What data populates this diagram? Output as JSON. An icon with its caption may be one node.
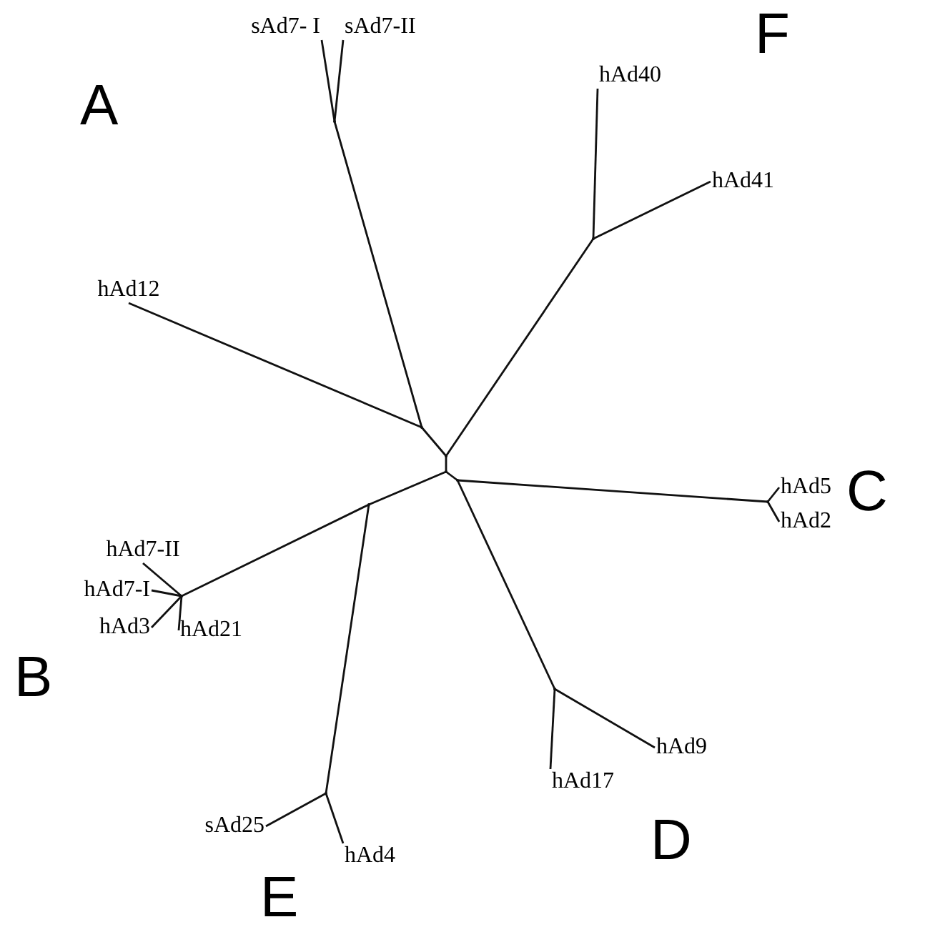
{
  "diagram": {
    "nodes": [
      {
        "text": [
          "sAd7- I"
        ]
      },
      {
        "text": [
          "sAd7-II"
        ]
      },
      {
        "text": [
          "hAd40"
        ]
      },
      {
        "text": [
          "hAd41"
        ]
      },
      {
        "text": [
          "hAd12"
        ]
      },
      {
        "text": [
          "hAd5"
        ]
      },
      {
        "text": [
          "hAd2"
        ]
      },
      {
        "text": [
          "hAd7-II"
        ]
      },
      {
        "text": [
          "hAd7-I"
        ]
      },
      {
        "text": [
          "hAd3"
        ]
      },
      {
        "text": [
          "hAd21"
        ]
      },
      {
        "text": [
          "hAd9"
        ]
      },
      {
        "text": [
          "hAd17"
        ]
      },
      {
        "text": [
          "sAd25"
        ]
      },
      {
        "text": [
          "hAd4"
        ]
      },
      {
        "text": [],
        "shape": "point"
      },
      {
        "text": [],
        "shape": "point"
      },
      {
        "text": [],
        "shape": "point"
      },
      {
        "text": [],
        "shape": "point"
      },
      {
        "text": [],
        "shape": "point"
      },
      {
        "text": [],
        "shape": "point"
      },
      {
        "text": [],
        "shape": "point"
      },
      {
        "text": [],
        "shape": "point"
      },
      {
        "text": [],
        "shape": "point"
      },
      {
        "text": [],
        "shape": "point"
      },
      {
        "text": [],
        "shape": "point"
      }
    ],
    "edges": [
      {
        "from": 15,
        "to": 0,
        "arrow": "none"
      },
      {
        "from": 15,
        "to": 1,
        "arrow": "none"
      },
      {
        "from": 16,
        "to": 2,
        "arrow": "none"
      },
      {
        "from": 16,
        "to": 3,
        "arrow": "none"
      },
      {
        "from": 17,
        "to": 15,
        "arrow": "none"
      },
      {
        "from": 17,
        "to": 4,
        "arrow": "none"
      },
      {
        "from": 17,
        "to": 18,
        "arrow": "none"
      },
      {
        "from": 18,
        "to": 16,
        "arrow": "none"
      },
      {
        "from": 18,
        "to": 19,
        "arrow": "none"
      },
      {
        "from": 19,
        "to": 22,
        "arrow": "none"
      },
      {
        "from": 19,
        "to": 20,
        "arrow": "none"
      },
      {
        "from": 20,
        "to": 21,
        "arrow": "none"
      },
      {
        "from": 20,
        "to": 24,
        "arrow": "none"
      },
      {
        "from": 21,
        "to": 5,
        "arrow": "none"
      },
      {
        "from": 21,
        "to": 6,
        "arrow": "none"
      },
      {
        "from": 22,
        "to": 23,
        "arrow": "none"
      },
      {
        "from": 22,
        "to": 25,
        "arrow": "none"
      },
      {
        "from": 23,
        "to": 7,
        "arrow": "none"
      },
      {
        "from": 23,
        "to": 8,
        "arrow": "none"
      },
      {
        "from": 23,
        "to": 9,
        "arrow": "none"
      },
      {
        "from": 23,
        "to": 10,
        "arrow": "none"
      },
      {
        "from": 24,
        "to": 12,
        "arrow": "none"
      },
      {
        "from": 24,
        "to": 11,
        "arrow": "none"
      },
      {
        "from": 25,
        "to": 13,
        "arrow": "none"
      },
      {
        "from": 25,
        "to": 14,
        "arrow": "none"
      }
    ],
    "labels": [
      "F",
      "A",
      "C",
      "B",
      "D",
      "E"
    ]
  }
}
